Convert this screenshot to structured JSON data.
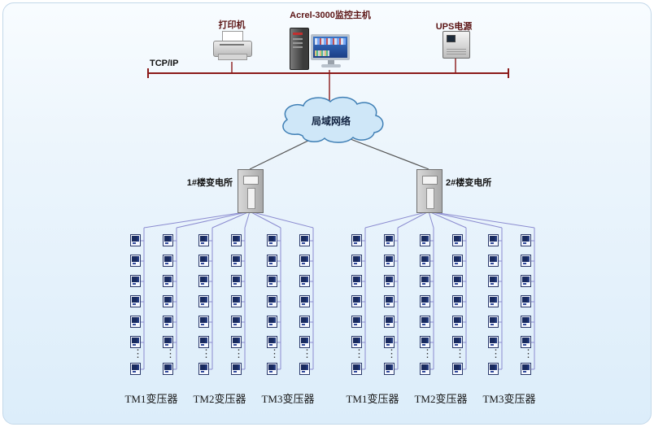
{
  "header": {
    "printer_label": "打印机",
    "host_label": "Acrel-3000监控主机",
    "ups_label": "UPS电源",
    "tcpip_label": "TCP/IP"
  },
  "network": {
    "cloud_label": "局域网络"
  },
  "stations": {
    "left_label": "1#楼变电所",
    "right_label": "2#楼变电所"
  },
  "transformers": {
    "left": [
      "TM1变压器",
      "TM2变压器",
      "TM3变压器"
    ],
    "right": [
      "TM1变压器",
      "TM2变压器",
      "TM3变压器"
    ]
  },
  "misc": {
    "ellipsis": "⋮"
  },
  "colors": {
    "tcp_bus": "#8b1a1a",
    "cloud_link": "#555555",
    "wire": "#8b8bd0",
    "cloud_fill": "#cfe7f8",
    "cloud_stroke": "#3f7fb5"
  }
}
